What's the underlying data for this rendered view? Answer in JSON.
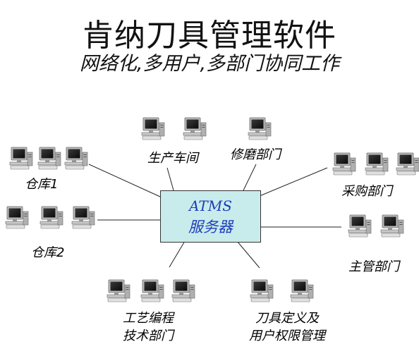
{
  "title": "肯纳刀具管理软件",
  "subtitle": "网络化,多用户,多部门协同工作",
  "server": {
    "line1": "ATMS",
    "line2": "服务器"
  },
  "nodes": {
    "production": "生产车间",
    "grinding": "修磨部门",
    "warehouse1": "仓库1",
    "warehouse2": "仓库2",
    "purchasing": "采购部门",
    "management": "主管部门",
    "process_l1": "工艺编程",
    "process_l2": "技术部门",
    "tool_l1": "刀具定义及",
    "tool_l2": "用户权限管理"
  },
  "colors": {
    "server_fill": "#c8ecec",
    "server_text": "#1f3cb8"
  },
  "icon_names": {
    "computer": "desktop-computer-icon"
  }
}
